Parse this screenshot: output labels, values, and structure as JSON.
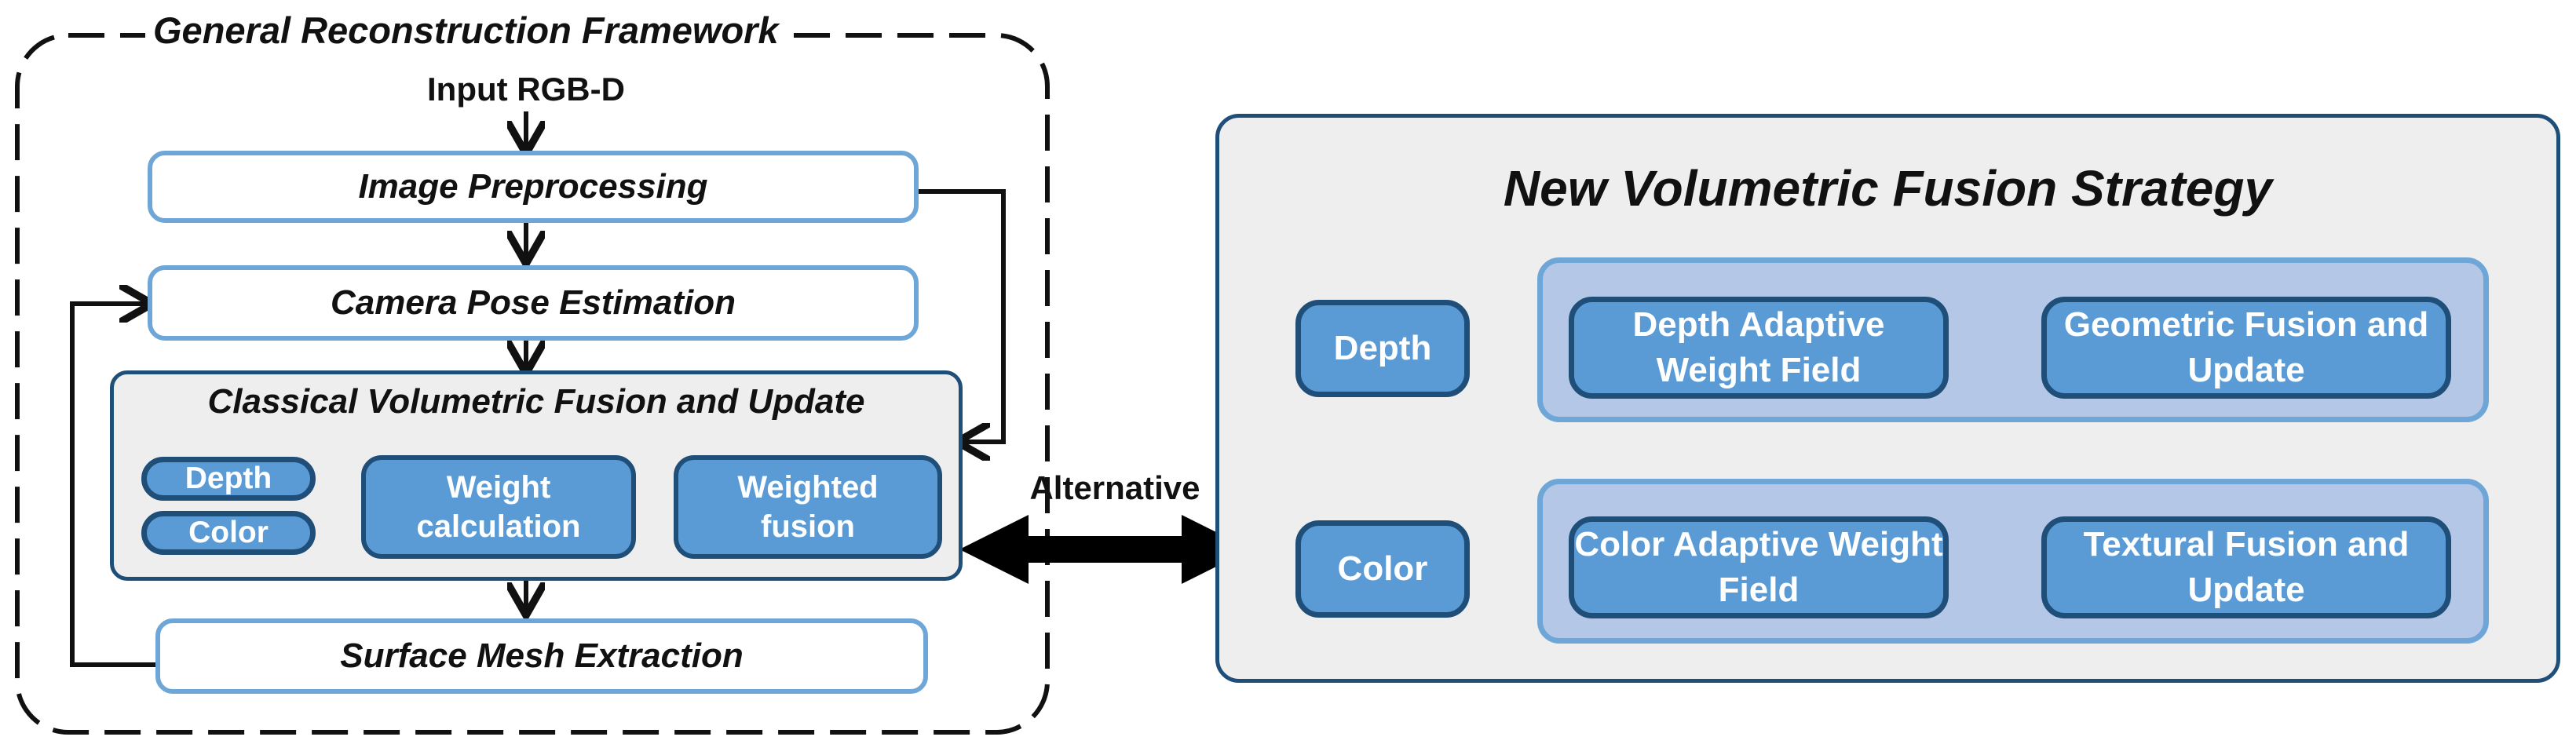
{
  "framework": {
    "title": "General Reconstruction Framework",
    "input_label": "Input RGB-D",
    "steps": {
      "preprocessing": "Image Preprocessing",
      "pose": "Camera Pose Estimation",
      "mesh": "Surface Mesh Extraction"
    },
    "classical": {
      "title": "Classical Volumetric Fusion and Update",
      "depth": "Depth",
      "color": "Color",
      "weight_calc": "Weight calculation",
      "weighted_fusion": "Weighted fusion"
    }
  },
  "alternative_label": "Alternative",
  "new_strategy": {
    "title": "New Volumetric Fusion Strategy",
    "depth": {
      "input": "Depth",
      "weight": "Depth Adaptive Weight Field",
      "fusion": "Geometric Fusion and Update"
    },
    "color": {
      "input": "Color",
      "weight": "Color Adaptive Weight Field",
      "fusion": "Textural Fusion and Update"
    }
  },
  "colors": {
    "box_fill": "#5a9bd5",
    "box_border": "#1f4e79",
    "light_border": "#6fa6d8",
    "band_fill": "#b4c7e7",
    "panel_fill": "#eeeeef",
    "arrow_fill": "#9dc3e6"
  }
}
